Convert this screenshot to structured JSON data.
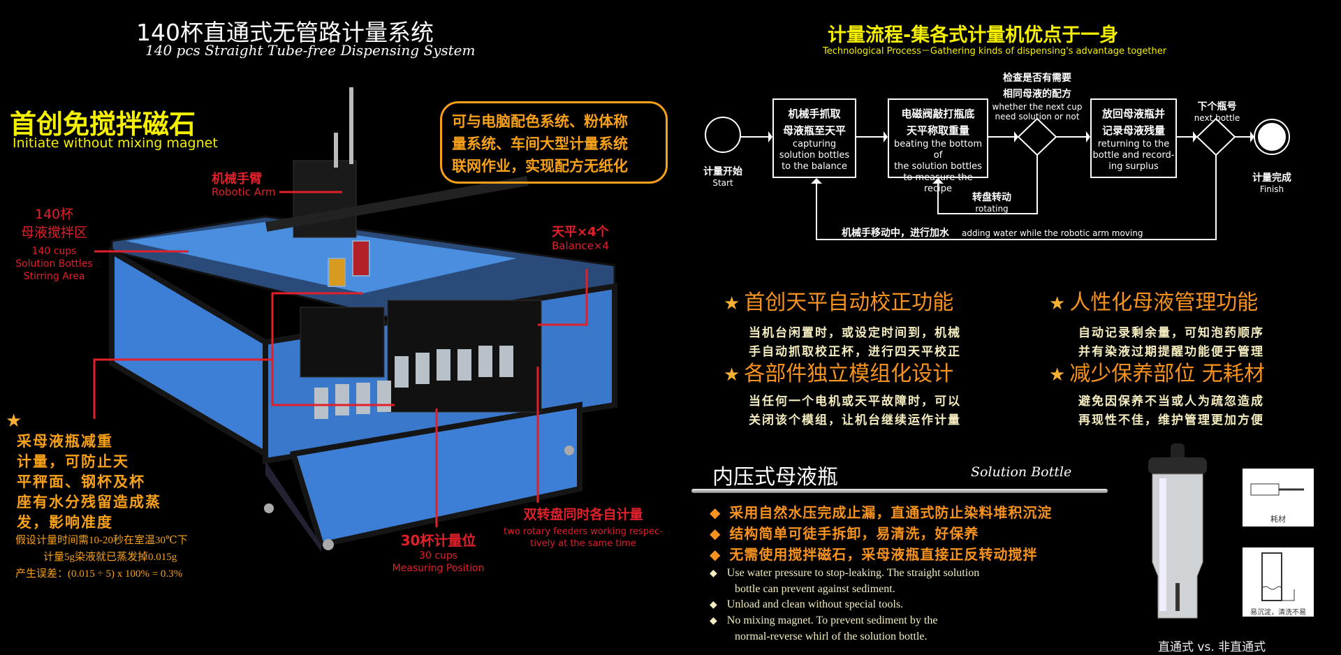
{
  "left": {
    "title_zh": "140杯直通式无管路计量系统",
    "title_en": "140 pcs Straight  Tube-free  Dispensing  System",
    "headline_zh": "首创免搅拌磁石",
    "headline_en": "Initiate without mixing magnet",
    "bubble_lines": [
      "可与电脑配色系统、粉体称",
      "量系统、车间大型计量系统",
      "联网作业，实现配方无纸化"
    ],
    "robotic_arm": {
      "zh": "机械手臂",
      "en": "Robotic Arm"
    },
    "stirring_area": {
      "zh1": "140杯",
      "zh2": "母液搅拌区",
      "en1": "140 cups",
      "en2": "Solution Bottles",
      "en3": "Stirring Area"
    },
    "balance": {
      "zh": "天平×4个",
      "en": "Balance×4"
    },
    "weight_note_lines": [
      "采母液瓶减重",
      "计量，可防止天",
      "平秤面、钢杯及杯",
      "座有水分残留造成蒸",
      "发，影响准度"
    ],
    "calc_lines": [
      "假设计量时间需10-20秒在室温30℃下",
      "计量5g染液就已蒸发掉0.015g",
      "产生误差：(0.015 ÷ 5) x 100% = 0.3%"
    ],
    "measuring": {
      "zh": "30杯计量位",
      "en1": "30 cups",
      "en2": "Measuring Position"
    },
    "rotary": {
      "zh": "双转盘同时各自计量",
      "en1": "two rotary feeders working respec-",
      "en2": "tively at the same time"
    }
  },
  "flow": {
    "title_zh": "计量流程-集各式计量机优点于一身",
    "title_en": "Technological Process－Gathering kinds of dispensing's advantage together",
    "start": {
      "zh": "计量开始",
      "en": "Start"
    },
    "finish": {
      "zh": "计量完成",
      "en": "Finish"
    },
    "box1": {
      "zh1": "机械手抓取",
      "zh2": "母液瓶至天平",
      "en1": "capturing",
      "en2": "solution bottles",
      "en3": "to the balance"
    },
    "box2": {
      "zh1": "电磁阀敲打瓶底",
      "zh2": "天平称取重量",
      "en1": "beating the bottom of",
      "en2": "the solution bottles",
      "en3": "to measure the recipe"
    },
    "check": {
      "zh1": "检查是否有需要",
      "zh2": "相同母液的配方",
      "en1": "whether the next cup",
      "en2": "need solution or not"
    },
    "box3": {
      "zh1": "放回母液瓶并",
      "zh2": "记录母液残量",
      "en1": "returning to the",
      "en2": "bottle and record-",
      "en3": "ing surplus"
    },
    "next": {
      "zh": "下个瓶号",
      "en": "next bottle"
    },
    "rotating": {
      "zh": "转盘转动",
      "en": "rotating"
    },
    "loop": {
      "zh": "机械手移动中，进行加水",
      "en": "adding water while the robotic arm moving"
    }
  },
  "features": [
    {
      "title": "首创天平自动校正功能",
      "lines": [
        "当机台闲置时，或设定时间到，机械",
        "手自动抓取校正杯，进行四天平校正"
      ]
    },
    {
      "title": "人性化母液管理功能",
      "lines": [
        "自动记录剩余量，可知泡药顺序",
        "并有染液过期提醒功能便于管理"
      ]
    },
    {
      "title": "各部件独立模组化设计",
      "lines": [
        "当任何一个电机或天平故障时，可以",
        "关闭该个模组，让机台继续运作计量"
      ]
    },
    {
      "title": "减少保养部位  无耗材",
      "lines": [
        "避免因保养不当或人为疏忽造成",
        "再现性不佳，维护管理更加方便"
      ]
    }
  ],
  "bottle": {
    "title_zh": "内压式母液瓶",
    "title_en": "Solution Bottle",
    "bullets_zh": [
      "采用自然水压完成止漏，直通式防止染料堆积沉淀",
      "结构简单可徒手拆卸，易清洗，好保养",
      "无需使用搅拌磁石，采母液瓶直接正反转动搅拌"
    ],
    "bullets_en": [
      [
        "Use water pressure to stop-leaking. The straight solution",
        "bottle can prevent against sediment."
      ],
      [
        "Unload and clean without special tools."
      ],
      [
        "No mixing magnet. To prevent sediment by the",
        "normal-reverse whirl of the solution bottle."
      ]
    ],
    "fig1_caption": "耗材",
    "fig2_caption": "易沉淀，清洗不易",
    "compare_caption": "直通式  vs.  非直通式"
  },
  "colors": {
    "yellow": "#f5f000",
    "orange": "#f7931e",
    "red": "#e0202a",
    "cream": "#f5edc0",
    "blue": "#3d7fd6"
  }
}
